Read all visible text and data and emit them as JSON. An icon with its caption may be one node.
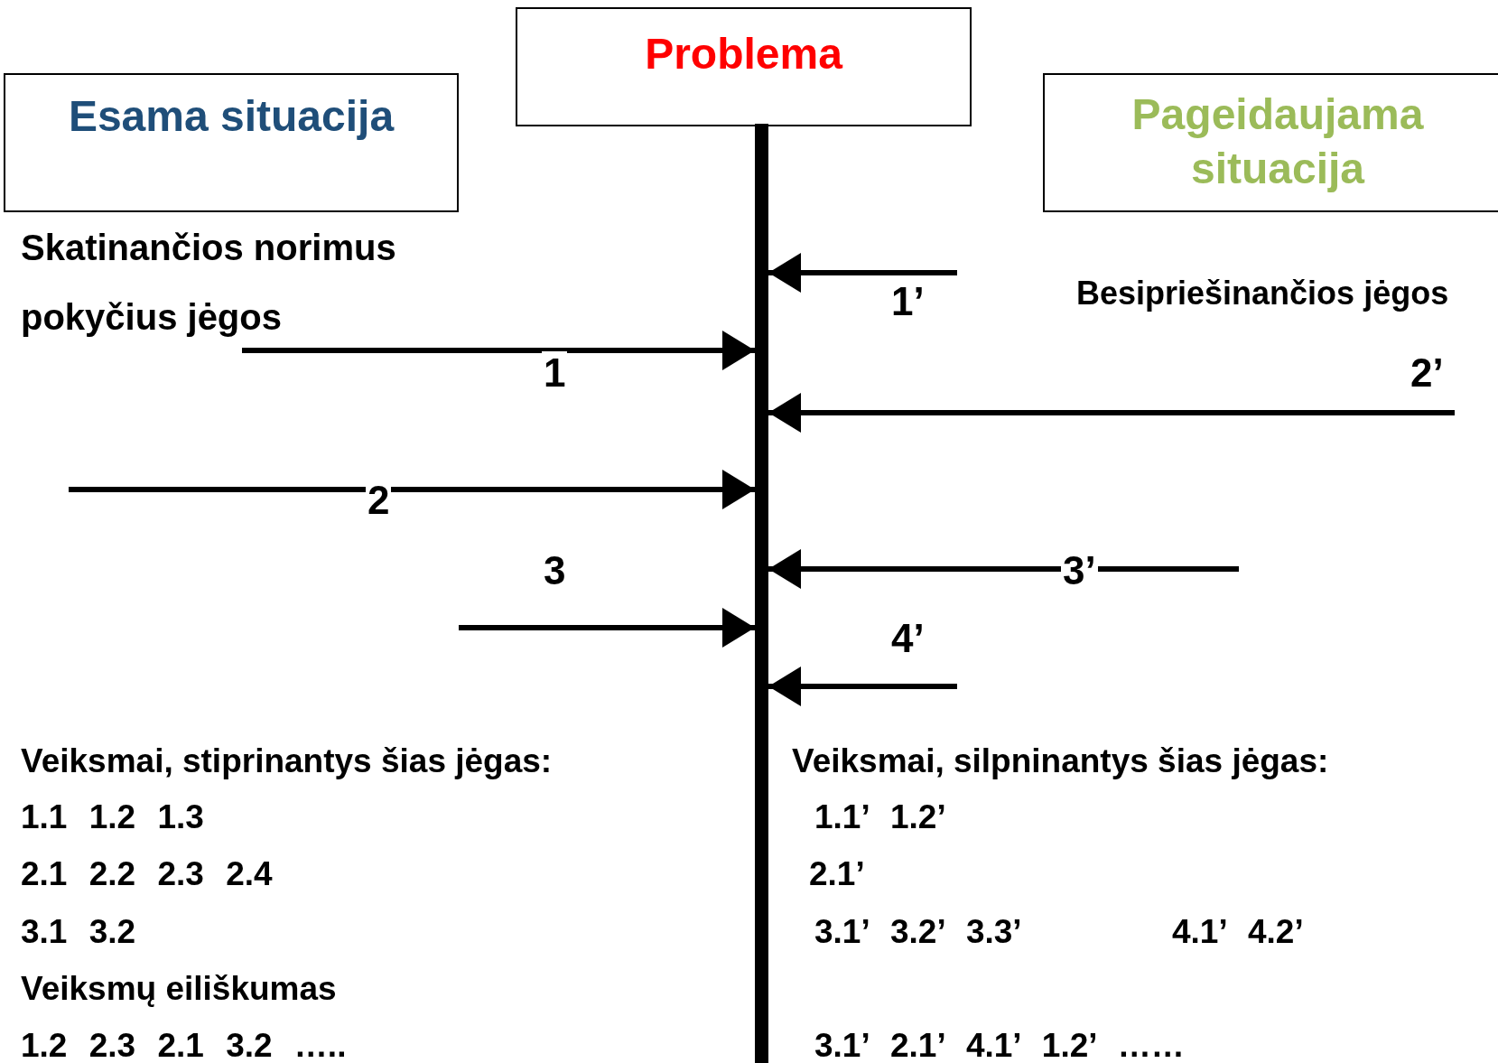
{
  "diagram": {
    "nodes": [
      {
        "text": [
          "Problema"
        ]
      },
      {
        "text": [
          "Esama situacija"
        ]
      },
      {
        "text": [
          "Pageidaujama situacija"
        ]
      },
      {
        "text": [],
        "shape": "bar"
      }
    ],
    "edges": [
      {
        "from": null,
        "to": 3,
        "arrow": "to",
        "label": "1’"
      },
      {
        "from": null,
        "to": 3,
        "arrow": "to",
        "label": "1"
      },
      {
        "from": null,
        "to": 3,
        "arrow": "to",
        "label": "2’"
      },
      {
        "from": null,
        "to": 3,
        "arrow": "to",
        "label": "2"
      },
      {
        "from": null,
        "to": 3,
        "arrow": "to",
        "label": "3"
      },
      {
        "from": null,
        "to": 3,
        "arrow": "to",
        "label": "3’"
      },
      {
        "from": null,
        "to": 3,
        "arrow": "to",
        "label": "4’"
      }
    ],
    "labels": [
      "Skatinančios norimus pokyčius jėgos",
      "Besipriešinančios jėgos",
      "Veiksmai, stiprinantys šias jėgas:",
      "Veiksmai, silpninantys šias jėgas:",
      "1.1 1.2 1.3",
      "1.1’ 1.2’",
      "2.1 2.2 2.3 2.4",
      "2.1’",
      "3.1 3.2",
      "3.1’ 3.2’ 3.3’",
      "4.1’ 4.2’",
      "Veiksmų eiliškumas",
      "1.2 2.3 2.1 3.2 …..",
      "3.1’ 2.1’ 4.1’ 1.2’ ……"
    ]
  }
}
